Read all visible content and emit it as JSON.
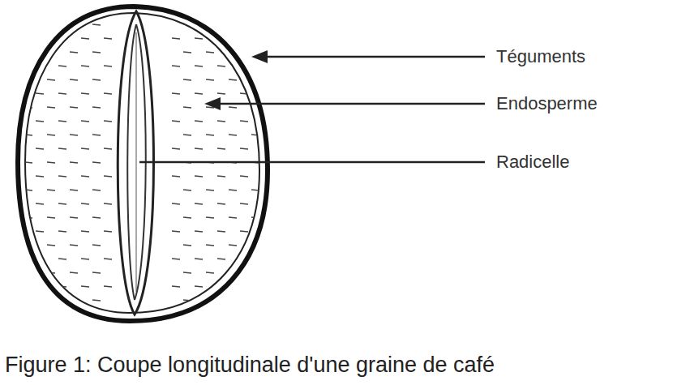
{
  "diagram": {
    "caption": "Figure 1: Coupe longitudinale d'une graine de café",
    "labels": [
      "Téguments",
      "Endosperme",
      "Radicelle"
    ]
  }
}
